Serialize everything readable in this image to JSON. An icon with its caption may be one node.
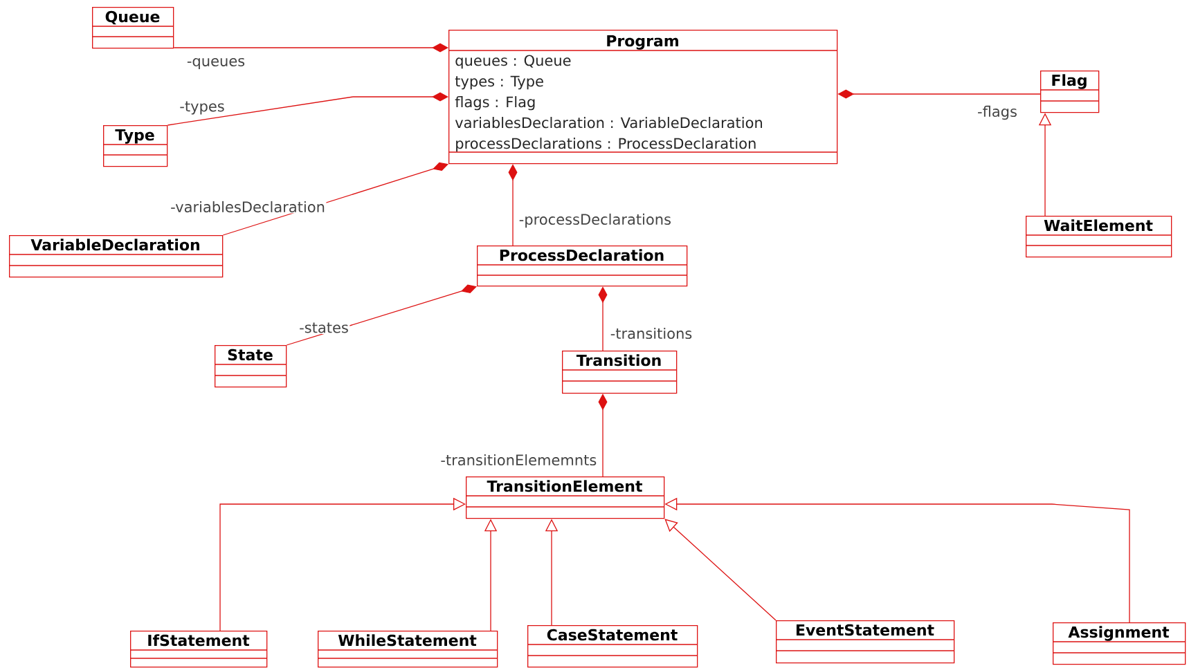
{
  "diagram": {
    "nodes": [
      {
        "text": [
          "Queue"
        ]
      },
      {
        "text": [
          "Program",
          "queues : Queue",
          "types : Type",
          "flags : Flag",
          "variablesDeclaration : VariableDeclaration",
          "processDeclarations : ProcessDeclaration"
        ]
      },
      {
        "text": [
          "Type"
        ]
      },
      {
        "text": [
          "Flag"
        ]
      },
      {
        "text": [
          "VariableDeclaration"
        ]
      },
      {
        "text": [
          "WaitElement"
        ]
      },
      {
        "text": [
          "ProcessDeclaration"
        ]
      },
      {
        "text": [
          "State"
        ]
      },
      {
        "text": [
          "Transition"
        ]
      },
      {
        "text": [
          "TransitionElement"
        ]
      },
      {
        "text": [
          "IfStatement"
        ]
      },
      {
        "text": [
          "WhileStatement"
        ]
      },
      {
        "text": [
          "CaseStatement"
        ]
      },
      {
        "text": [
          "EventStatement"
        ]
      },
      {
        "text": [
          "Assignment"
        ]
      }
    ],
    "edges": [
      {
        "from": 0,
        "to": 1,
        "arrow": "other",
        "label": "-queues"
      },
      {
        "from": 2,
        "to": 1,
        "arrow": "other",
        "label": "-types"
      },
      {
        "from": 4,
        "to": 1,
        "arrow": "other",
        "label": "-variablesDeclaration"
      },
      {
        "from": 6,
        "to": 1,
        "arrow": "other",
        "label": "-processDeclarations"
      },
      {
        "from": 3,
        "to": 1,
        "arrow": "other",
        "label": "-flags"
      },
      {
        "from": 5,
        "to": 3,
        "arrow": "to"
      },
      {
        "from": 7,
        "to": 6,
        "arrow": "other",
        "label": "-states"
      },
      {
        "from": 8,
        "to": 6,
        "arrow": "other",
        "label": "-transitions"
      },
      {
        "from": 9,
        "to": 8,
        "arrow": "other",
        "label": "-transitionElememnts"
      },
      {
        "from": 10,
        "to": 9,
        "arrow": "to"
      },
      {
        "from": 11,
        "to": 9,
        "arrow": "to"
      },
      {
        "from": 12,
        "to": 9,
        "arrow": "to"
      },
      {
        "from": 13,
        "to": 9,
        "arrow": "to"
      },
      {
        "from": 14,
        "to": 9,
        "arrow": "to"
      }
    ]
  }
}
